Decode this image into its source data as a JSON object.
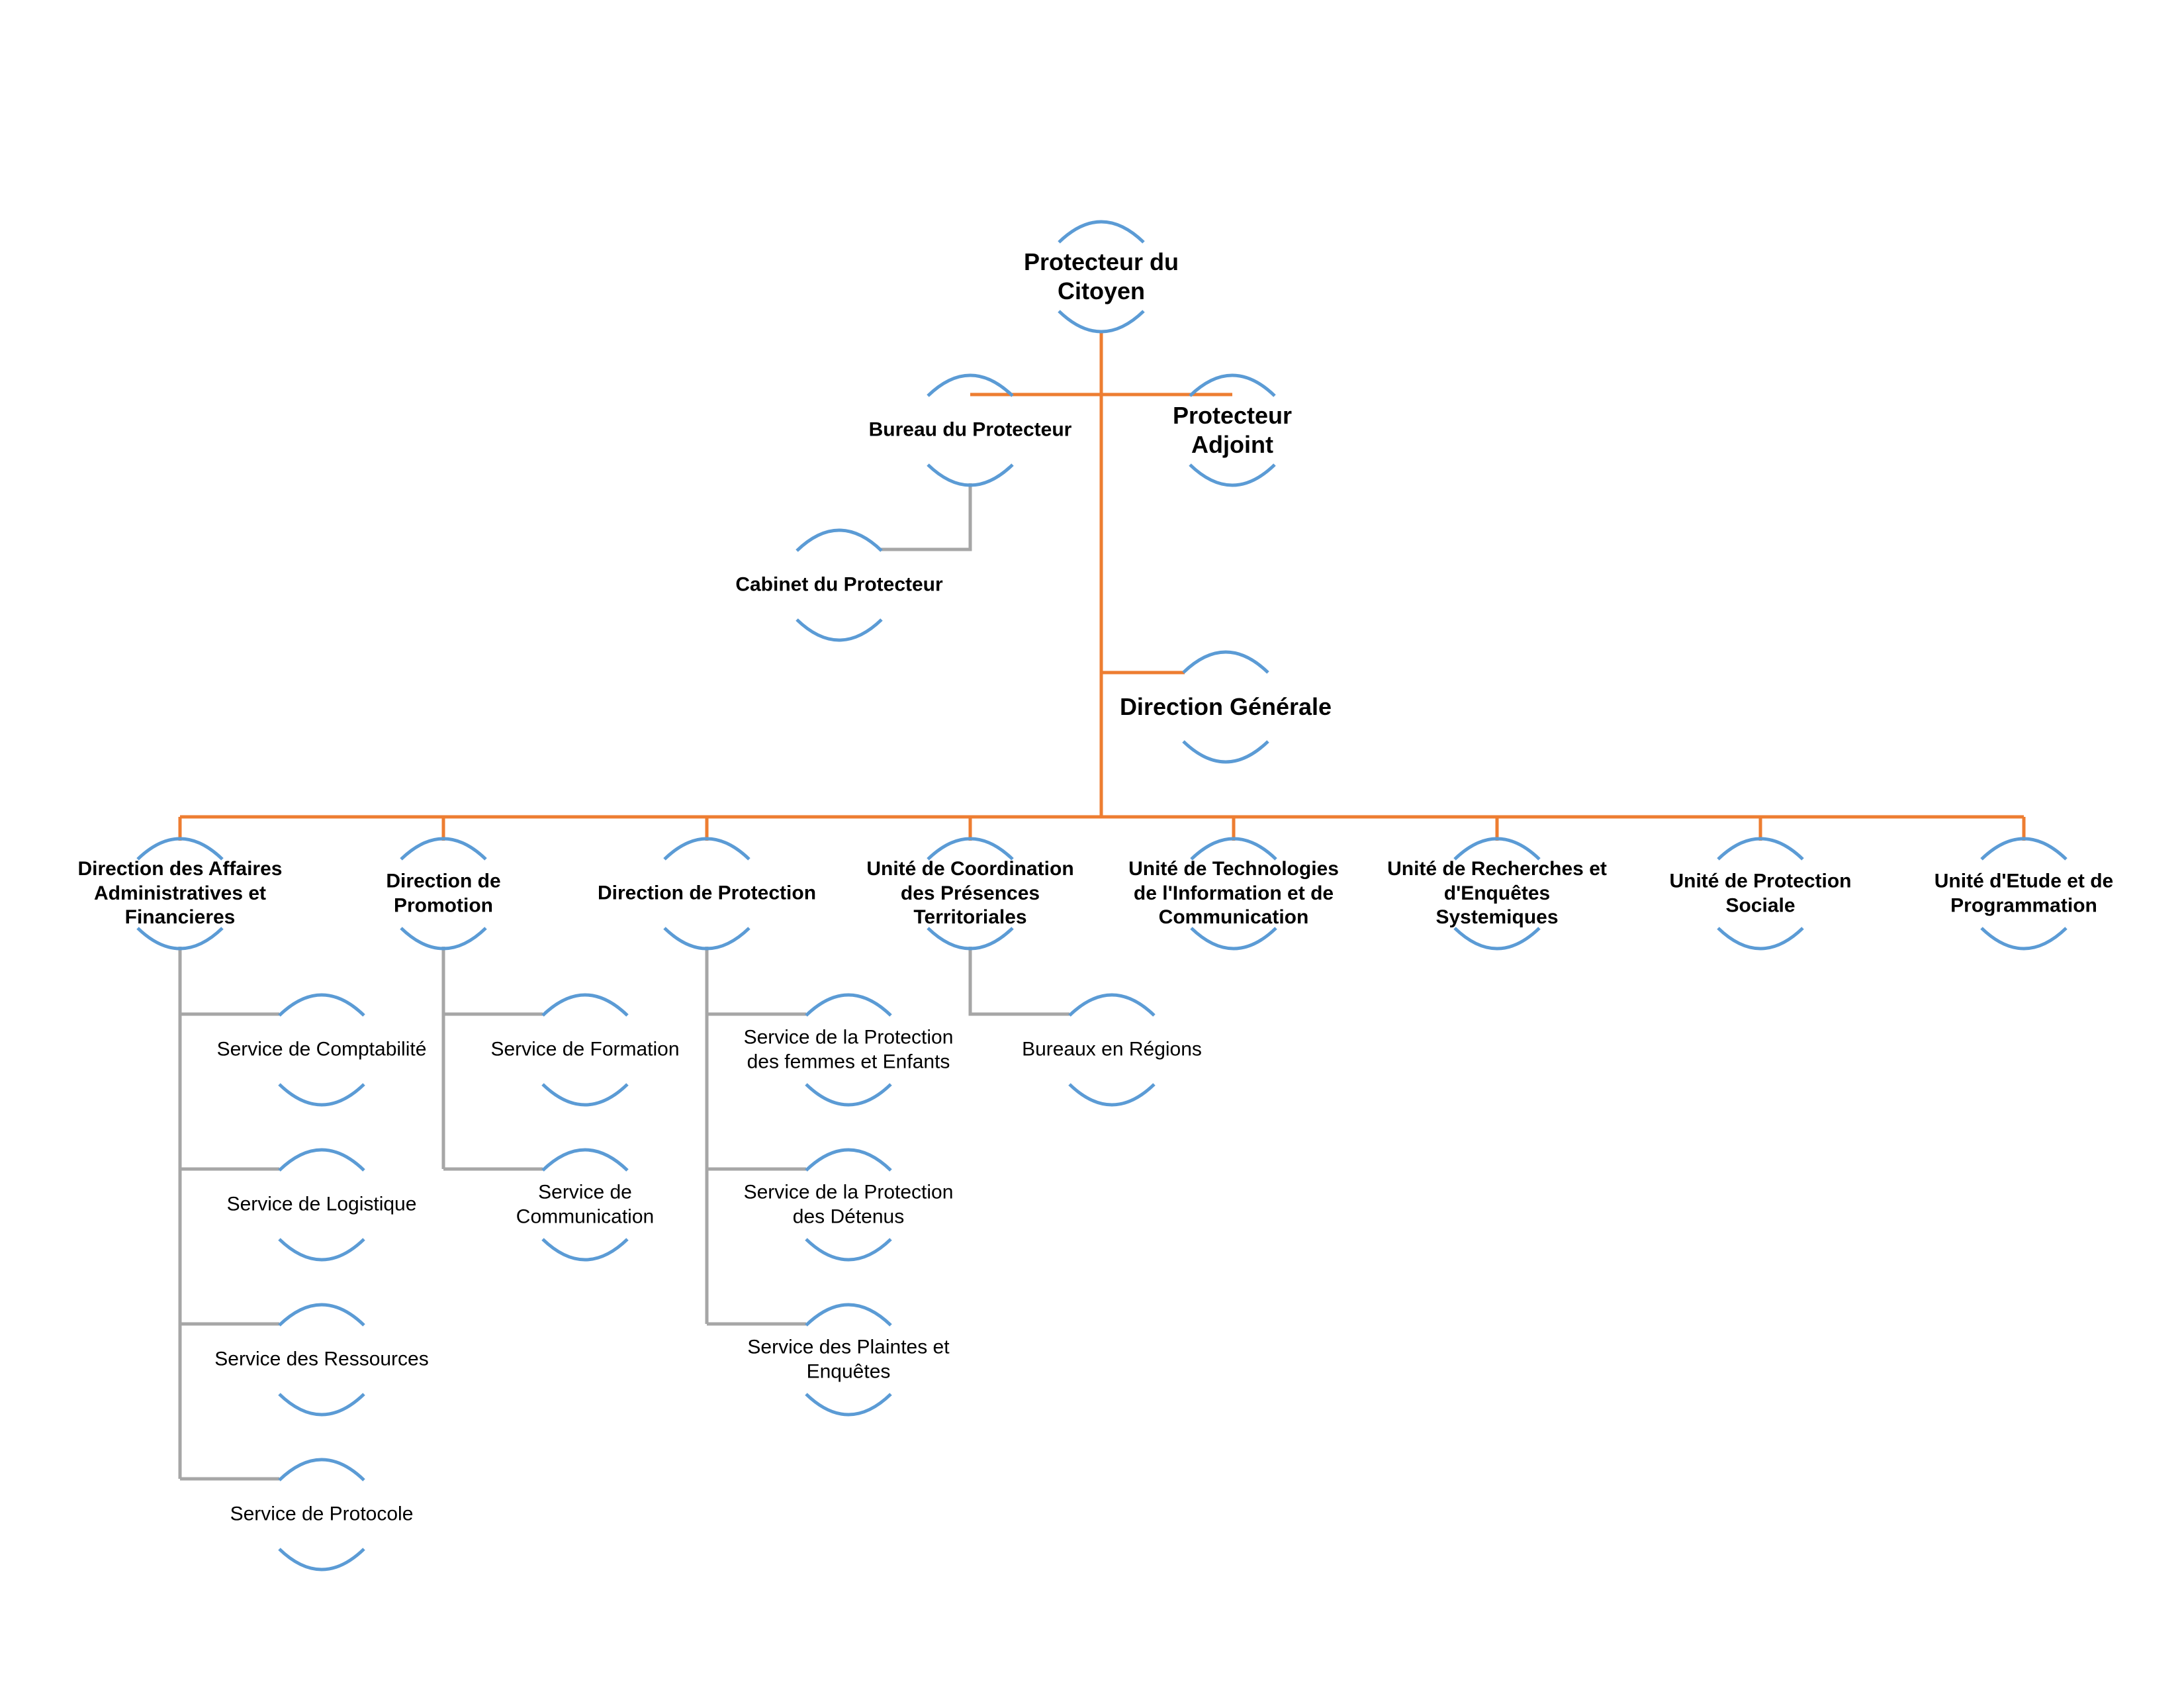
{
  "diagram": {
    "type": "org-chart",
    "colors": {
      "main_line": "#ED7D31",
      "sub_line": "#A6A6A6",
      "node_arc": "#5B9BD5",
      "text": "#000000"
    },
    "nodes": {
      "root": "Protecteur du\nCitoyen",
      "bureau": "Bureau du Protecteur",
      "adjoint": "Protecteur\nAdjoint",
      "cabinet": "Cabinet du Protecteur",
      "direction_generale": "Direction Générale",
      "daf": "Direction des Affaires\nAdministratives et\nFinancieres",
      "promotion": "Direction de\nPromotion",
      "protection": "Direction de Protection",
      "ucpt": "Unité de Coordination\ndes Présences\nTerritoriales",
      "utic": "Unité de Technologies\nde l'Information et de\nCommunication",
      "urres": "Unité de Recherches et\nd'Enquêtes\nSystemiques",
      "ups": "Unité de Protection\nSociale",
      "uep": "Unité d'Etude et de\nProgrammation",
      "svc_comptabilite": "Service de Comptabilité",
      "svc_logistique": "Service de Logistique",
      "svc_ressources": "Service  des Ressources",
      "svc_protocole": "Service de Protocole",
      "svc_formation": "Service de Formation",
      "svc_communication": "Service de\nCommunication",
      "svc_femmes_enfants": "Service de la Protection\ndes femmes et Enfants",
      "svc_detenus": "Service de la Protection\ndes Détenus",
      "svc_plaintes": "Service des Plaintes et\nEnquêtes",
      "bureaux_regions": "Bureaux en Régions"
    }
  }
}
